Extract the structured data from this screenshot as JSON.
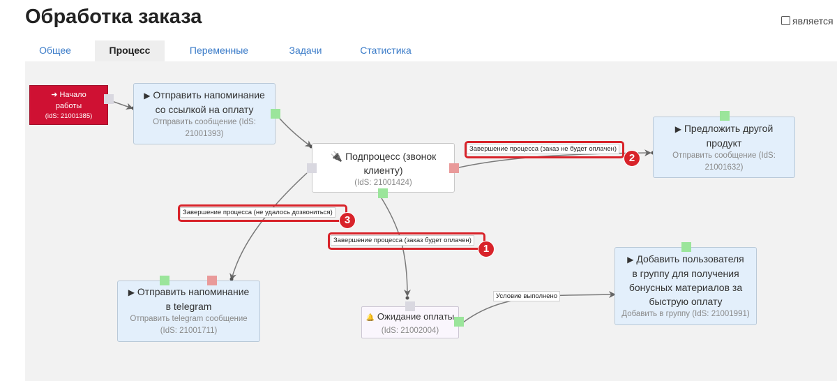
{
  "page": {
    "title": "Обработка заказа",
    "checkbox_label": "является"
  },
  "tabs": [
    {
      "label": "Общее"
    },
    {
      "label": "Процесс"
    },
    {
      "label": "Переменные"
    },
    {
      "label": "Задачи"
    },
    {
      "label": "Статистика"
    }
  ],
  "active_tab": "Процесс",
  "nodes": {
    "start": {
      "icon": "sign-in-icon",
      "glyph": "➜",
      "title_line1": "Начало",
      "title_line2": "работы",
      "ids": "(idS: 21001385)"
    },
    "reminder": {
      "icon": "play-icon",
      "glyph": "▶",
      "title_line1": "Отправить напоминание",
      "title_line2": "со ссылкой на оплату",
      "sub_line1": "Отправить сообщение (IdS:",
      "sub_line2": "21001393)"
    },
    "subprocess": {
      "icon": "plug-icon",
      "glyph": "🔌",
      "title_line1": "Подпроцесс (звонок",
      "title_line2": "клиенту)",
      "sub_line1": "(IdS: 21001424)"
    },
    "offer": {
      "icon": "play-icon",
      "glyph": "▶",
      "title_line1": "Предложить другой",
      "title_line2": "продукт",
      "sub_line1": "Отправить сообщение (IdS:",
      "sub_line2": "21001632)"
    },
    "telegram": {
      "icon": "play-icon",
      "glyph": "▶",
      "title_line1": "Отправить напоминание",
      "title_line2": "в telegram",
      "sub_line1": "Отправить telegram сообщение",
      "sub_line2": "(IdS: 21001711)"
    },
    "waiting": {
      "icon": "bell-icon",
      "glyph": "🔔",
      "title_line1": "Ожидание оплаты",
      "sub_line1": "(IdS: 21002004)"
    },
    "bonus": {
      "icon": "play-icon",
      "glyph": "▶",
      "title_line1": "Добавить пользователя",
      "title_line2": "в группу для получения",
      "title_line3": "бонусных материалов за",
      "title_line4": "быструю оплату",
      "sub_line1": "Добавить в группу (IdS: 21001991)"
    }
  },
  "edges": {
    "not_paid": "Завершение процесса (заказ не будет оплачен)",
    "no_call": "Завершение процесса (не удалось дозвониться)",
    "paid": "Завершение процесса (заказ будет оплачен)",
    "condition": "Условие выполнено"
  },
  "badges": {
    "b1": "1",
    "b2": "2",
    "b3": "3"
  },
  "colors": {
    "start": "#cf1133",
    "highlight": "#d8232a",
    "port_green": "#9be59b",
    "port_red": "#e99a9a",
    "link": "#3a7bc8"
  }
}
